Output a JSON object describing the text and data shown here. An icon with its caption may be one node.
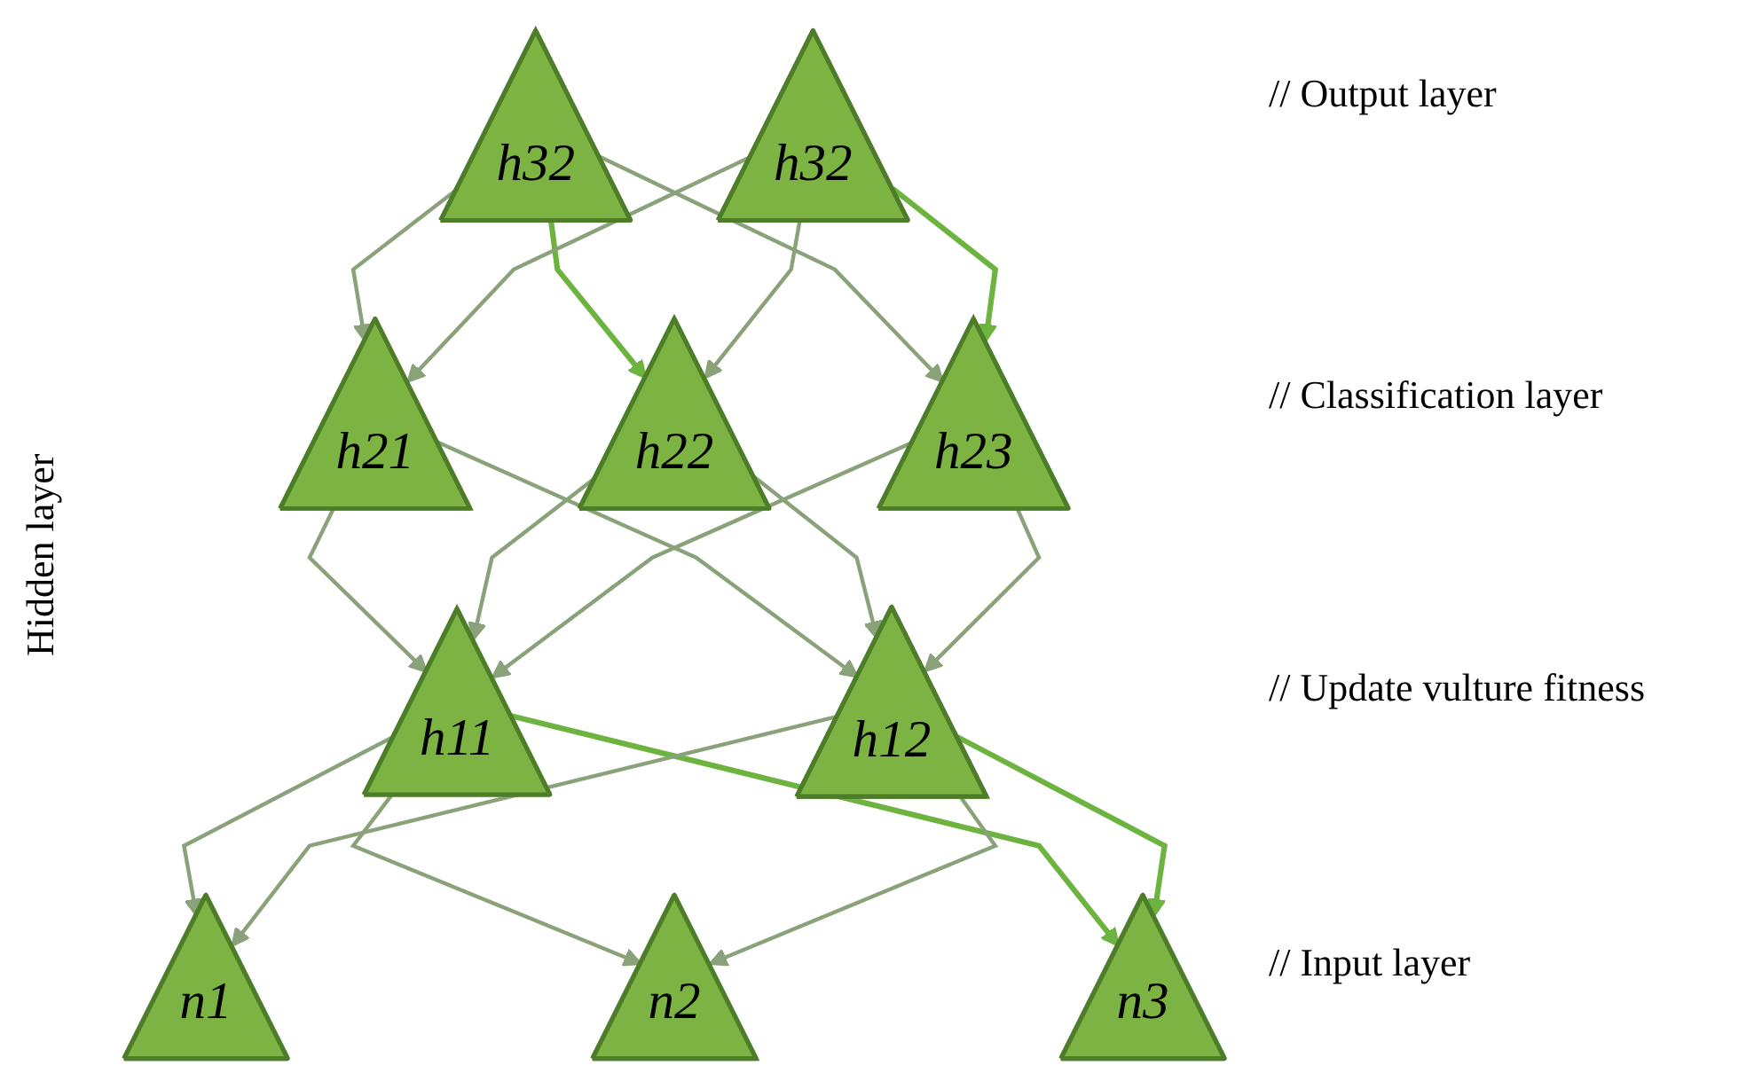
{
  "diagram": {
    "nodes": [
      {
        "text": [
          "h32"
        ]
      },
      {
        "text": [
          "h32"
        ]
      },
      {
        "text": [
          "h21"
        ]
      },
      {
        "text": [
          "h22"
        ]
      },
      {
        "text": [
          "h23"
        ]
      },
      {
        "text": [
          "h11"
        ]
      },
      {
        "text": [
          "h12"
        ]
      },
      {
        "text": [
          "n1"
        ]
      },
      {
        "text": [
          "n2"
        ]
      },
      {
        "text": [
          "n3"
        ]
      }
    ],
    "edges": [
      {
        "from": 0,
        "to": 2,
        "arrow": "to"
      },
      {
        "from": 0,
        "to": 3,
        "arrow": "to",
        "color": "#6db33f"
      },
      {
        "from": 0,
        "to": 4,
        "arrow": "to"
      },
      {
        "from": 1,
        "to": 2,
        "arrow": "to"
      },
      {
        "from": 1,
        "to": 3,
        "arrow": "to"
      },
      {
        "from": 1,
        "to": 4,
        "arrow": "to",
        "color": "#6db33f"
      },
      {
        "from": 2,
        "to": 5,
        "arrow": "to"
      },
      {
        "from": 2,
        "to": 6,
        "arrow": "to"
      },
      {
        "from": 3,
        "to": 5,
        "arrow": "to"
      },
      {
        "from": 3,
        "to": 6,
        "arrow": "to"
      },
      {
        "from": 4,
        "to": 5,
        "arrow": "to"
      },
      {
        "from": 4,
        "to": 6,
        "arrow": "to"
      },
      {
        "from": 5,
        "to": 7,
        "arrow": "to"
      },
      {
        "from": 5,
        "to": 8,
        "arrow": "to"
      },
      {
        "from": 5,
        "to": 9,
        "arrow": "to",
        "color": "#6db33f"
      },
      {
        "from": 6,
        "to": 7,
        "arrow": "to"
      },
      {
        "from": 6,
        "to": 8,
        "arrow": "to"
      },
      {
        "from": 6,
        "to": 9,
        "arrow": "to",
        "color": "#6db33f"
      }
    ],
    "labels": [
      "// Output layer",
      "Hidden layer",
      "// Classification layer",
      "// Update vulture fitness",
      "// Input layer"
    ]
  }
}
